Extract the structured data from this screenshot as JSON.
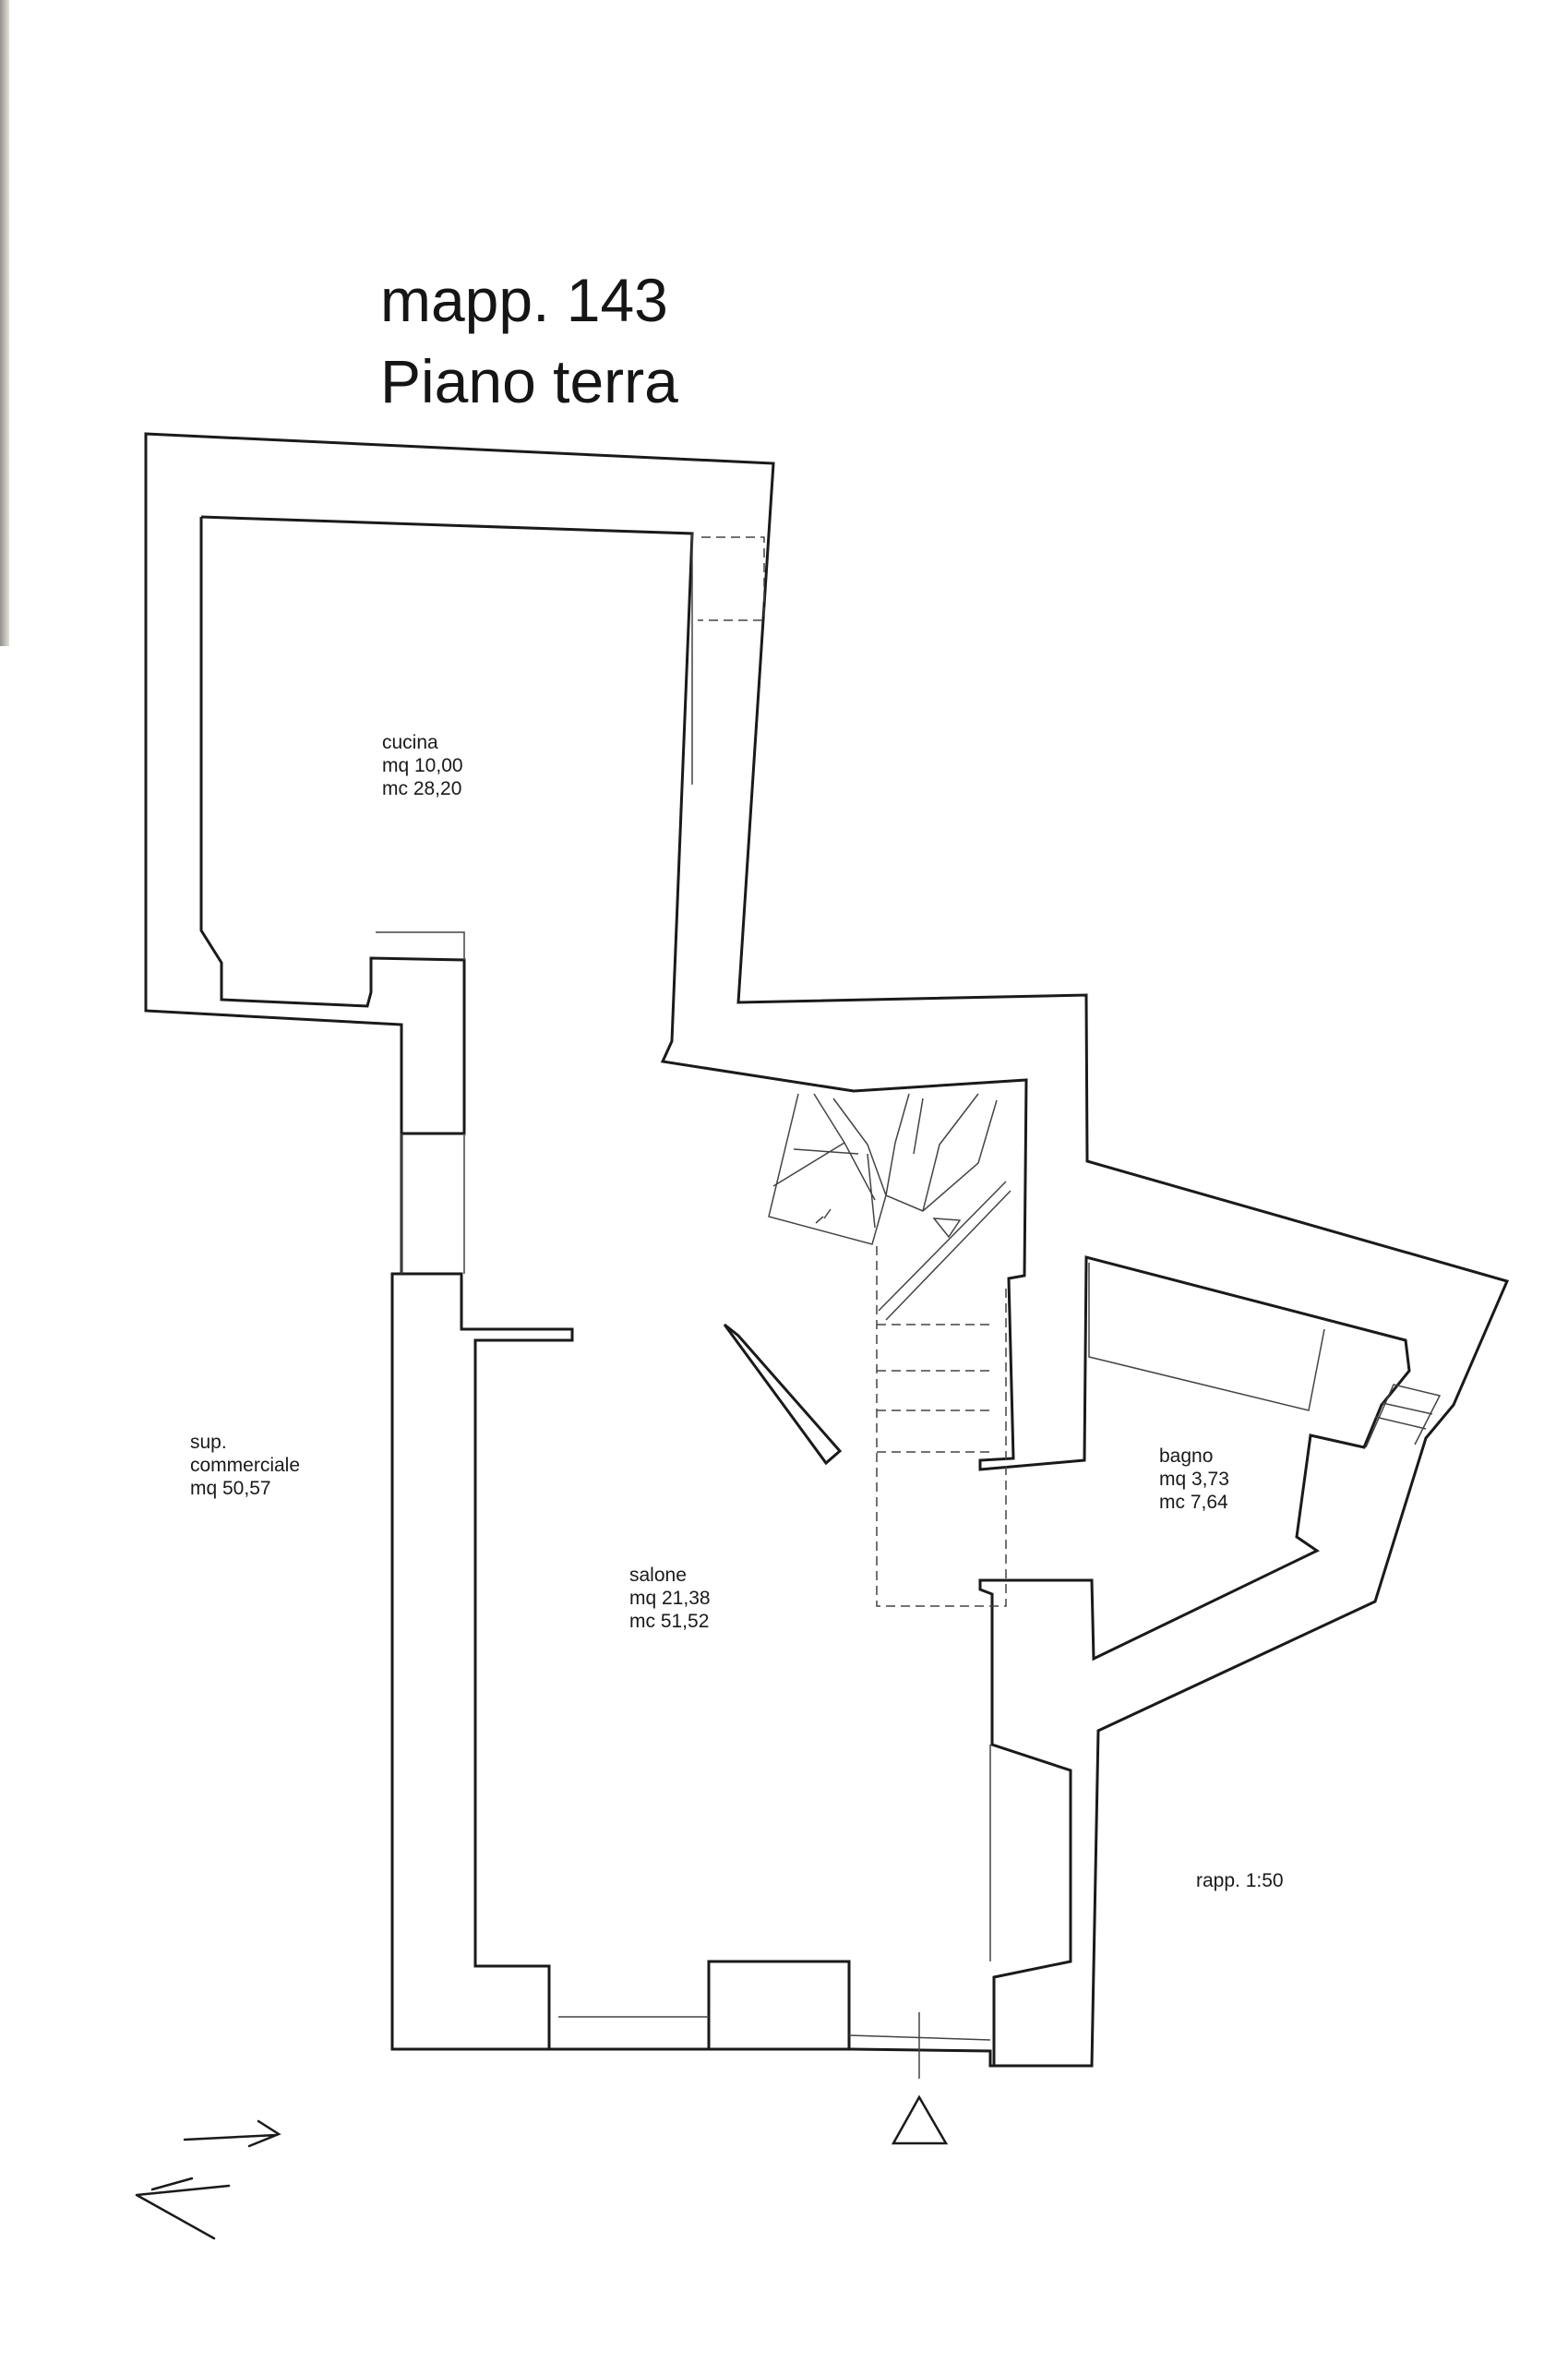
{
  "title": {
    "line1": "mapp. 143",
    "line2": "Piano terra"
  },
  "rooms": {
    "cucina": {
      "name": "cucina",
      "mq": "mq 10,00",
      "mc": "mc 28,20"
    },
    "salone": {
      "name": "salone",
      "mq": "mq 21,38",
      "mc": "mc 51,52"
    },
    "bagno": {
      "name": "bagno",
      "mq": "mq 3,73",
      "mc": "mc 7,64"
    }
  },
  "summary": {
    "line1": "sup.",
    "line2": "commerciale",
    "line3": "mq 50,57"
  },
  "scale": "rapp. 1:50",
  "colors": {
    "ink": "#1a1a1a",
    "paper": "#ffffff"
  },
  "icons": [
    "entrance-triangle-icon",
    "north-arrow-icon"
  ]
}
